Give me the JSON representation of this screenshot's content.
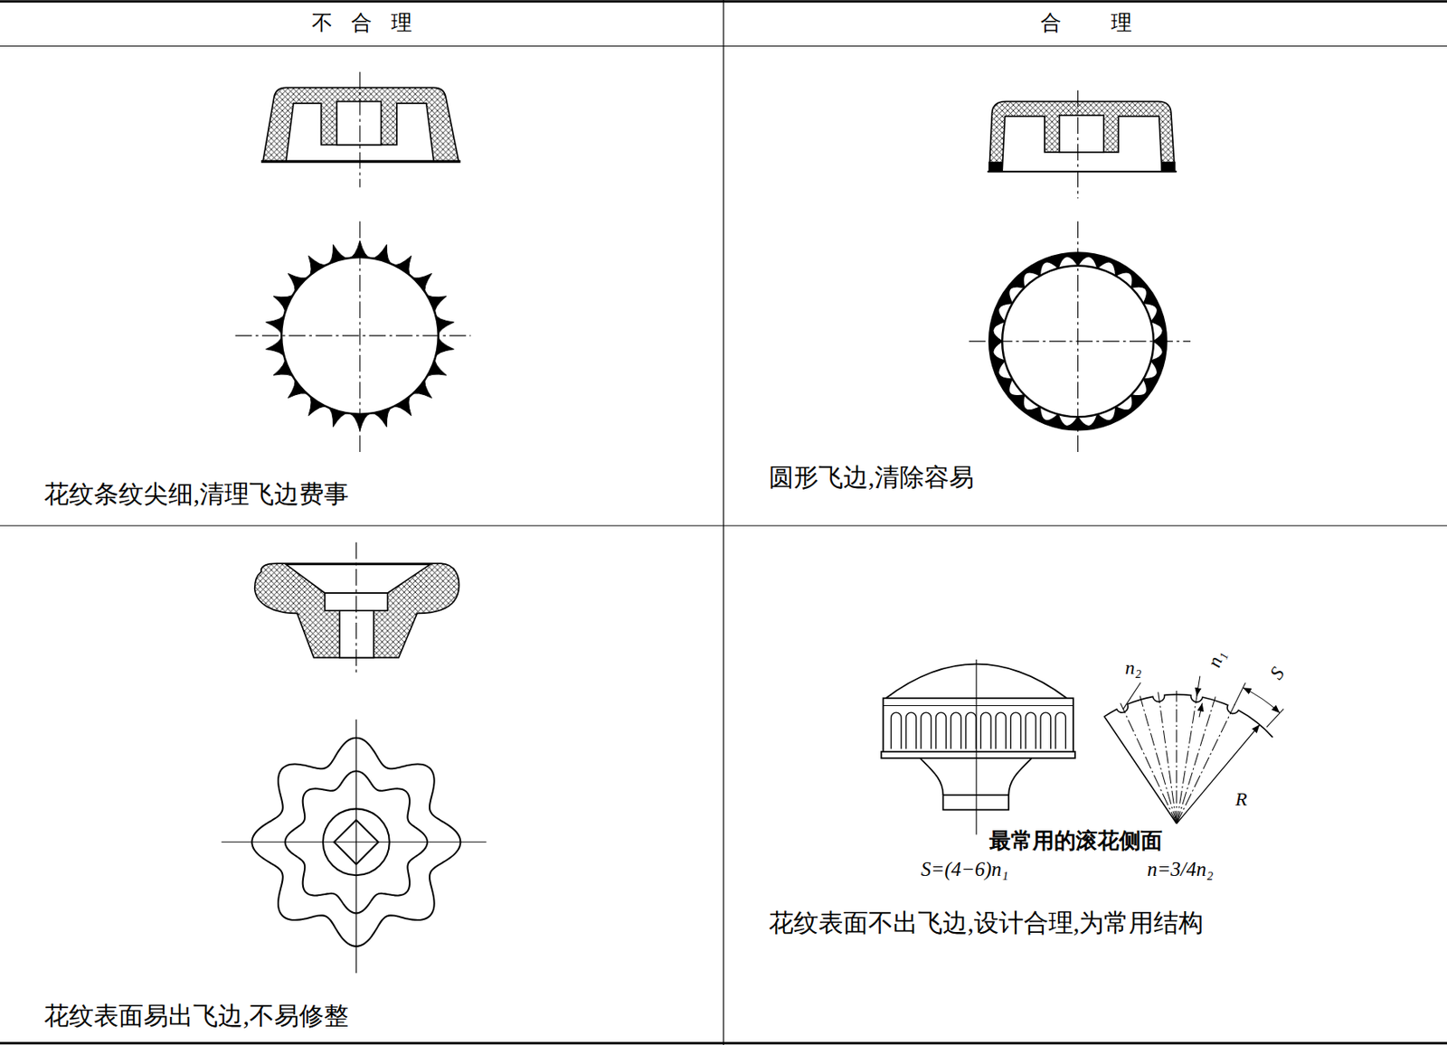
{
  "diagram": {
    "labels": [
      "不合理",
      "合理",
      "花纹条纹尖细,清理飞边费事",
      "圆形飞边,清除容易",
      "花纹表面易出飞边,不易修整",
      "n₂",
      "n₁",
      "S",
      "R",
      "最常用的滚花侧面",
      "S=(4−6)n₁",
      "n=3/4n₂",
      "花纹表面不出飞边,设计合理,为常用结构"
    ]
  }
}
